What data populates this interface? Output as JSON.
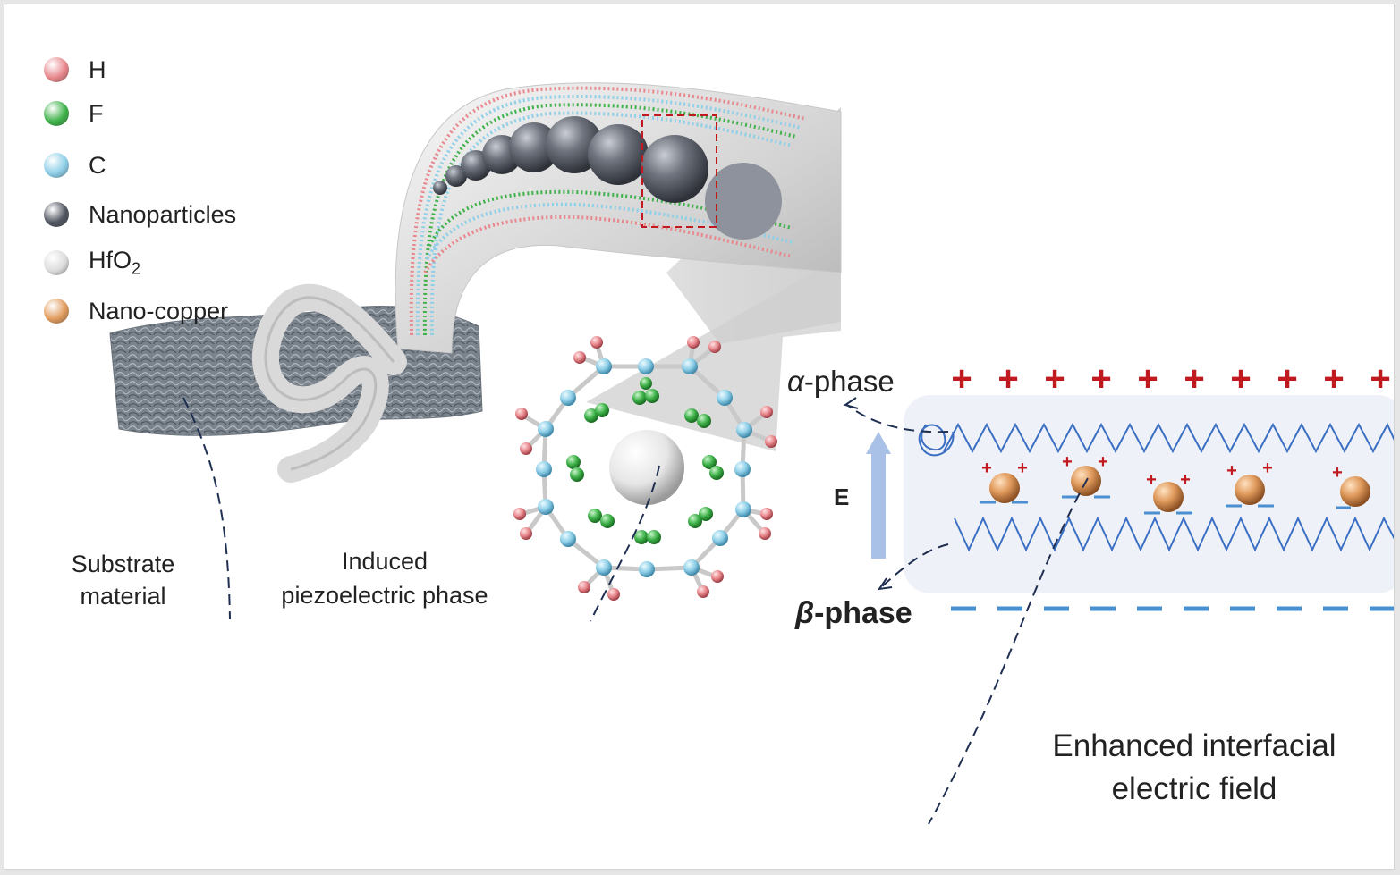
{
  "legend": [
    {
      "label": "H",
      "color": "#e8878c",
      "icon": "hydrogen-atom-icon"
    },
    {
      "label": "F",
      "color": "#3fb24a",
      "icon": "fluorine-atom-icon"
    },
    {
      "label": "C",
      "color": "#8ecfe8",
      "icon": "carbon-atom-icon"
    },
    {
      "label": "Nanoparticles",
      "color": "#505560",
      "icon": "nanoparticle-icon"
    },
    {
      "label": "HfO",
      "sub": "2",
      "color": "#dcdcdc",
      "icon": "hfo2-sphere-icon"
    },
    {
      "label": "Nano-copper",
      "color": "#e09a5c",
      "icon": "nano-copper-icon"
    }
  ],
  "labels": {
    "substrate_line1": "Substrate",
    "substrate_line2": "material",
    "induced_line1": "Induced",
    "induced_line2": "piezoelectric phase",
    "alpha_symbol": "α",
    "alpha_suffix": "-phase",
    "beta_symbol": "β",
    "beta_suffix": "-phase",
    "field": "E",
    "enhanced_line1": "Enhanced interfacial",
    "enhanced_line2": "electric field"
  },
  "charges": {
    "positive": "+",
    "negative": "−"
  },
  "colors": {
    "positive_charge": "#c0191f",
    "negative_charge": "#4a90d0",
    "chain_line": "#3a6fc4",
    "leader_line": "#1f2f52",
    "field_arrow": "#a9c1e6",
    "panel_bg": "#eef1f7"
  }
}
